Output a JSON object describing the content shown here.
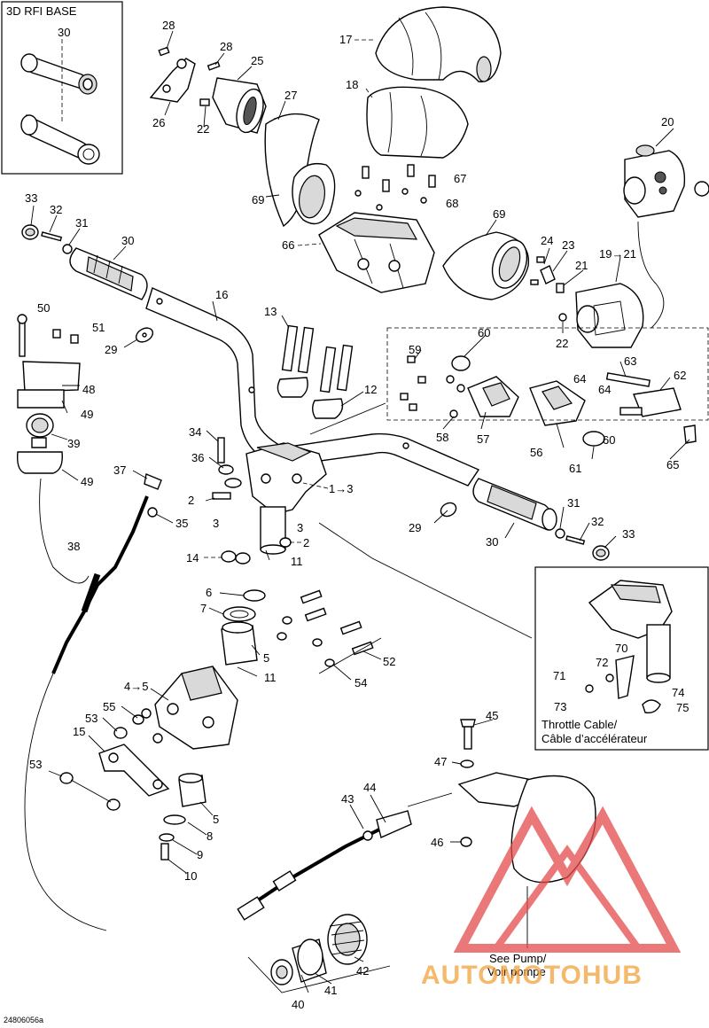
{
  "inset_top_left": {
    "title": "3D RFI BASE",
    "callout": "30"
  },
  "inset_right": {
    "caption_en": "Throttle Cable/",
    "caption_fr": "Câble d’accélérateur",
    "callouts": [
      "70",
      "72",
      "71",
      "73",
      "74",
      "75"
    ]
  },
  "notes": {
    "pump_en": "See Pump/",
    "pump_fr": "Voir pompe"
  },
  "watermark": {
    "brand": "AUTOMOTOHUB"
  },
  "drawing_number": "24806056a",
  "callouts": [
    "28",
    "28",
    "30",
    "25",
    "26",
    "22",
    "27",
    "17",
    "18",
    "20",
    "67",
    "68",
    "69",
    "66",
    "69",
    "24",
    "23",
    "19→21",
    "21",
    "22",
    "33",
    "32",
    "31",
    "30",
    "16",
    "29",
    "50",
    "51",
    "48",
    "49",
    "39",
    "49",
    "13",
    "12",
    "59",
    "60",
    "64",
    "63",
    "62",
    "64",
    "57",
    "58",
    "56",
    "60",
    "61",
    "65",
    "34",
    "36",
    "1→3",
    "37",
    "2",
    "3",
    "3",
    "2",
    "35",
    "14",
    "11",
    "38",
    "6",
    "7",
    "5",
    "52",
    "11",
    "54",
    "4→5",
    "55",
    "53",
    "15",
    "53",
    "5",
    "8",
    "9",
    "10",
    "45",
    "47",
    "46",
    "43",
    "44",
    "42",
    "41",
    "40",
    "29",
    "30",
    "31",
    "32",
    "33"
  ]
}
